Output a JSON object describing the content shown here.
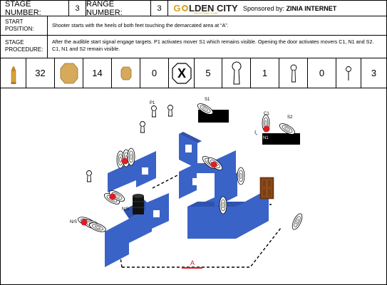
{
  "header": {
    "stage_label": "STAGE NUMBER:",
    "stage_value": "3",
    "range_label": "RANGE NUMBER:",
    "range_value": "3",
    "logo_gold": "G",
    "logo_dark": "LDEN CITY",
    "logo_subtitle": "SHOOTING CLUB",
    "sponsor_prefix": "Sponsored by:",
    "sponsor_name": "ZINIA INTERNET"
  },
  "start_position": {
    "label_line1": "START",
    "label_line2": "POSITION:",
    "text": "Shooter starts with the heels of both feet touching the demarcated area at “A”."
  },
  "stage_procedure": {
    "label_line1": "STAGE",
    "label_line2": "PROCEDURE:",
    "text_line1": "After the audible start signal engage targets. P1 activates mover S1 which remains visible. Opening the door activates movers C1, N1 and S2.",
    "text_line2": "C1, N1 and S2 remain visible."
  },
  "counts": [
    {
      "icon": "bullet-icon",
      "value": "32"
    },
    {
      "icon": "ipsc-target-icon",
      "value": "14"
    },
    {
      "icon": "mini-ipsc-target-icon",
      "value": "0"
    },
    {
      "icon": "no-shoot-icon",
      "value": "5"
    },
    {
      "icon": "large-popper-icon",
      "value": "1"
    },
    {
      "icon": "small-popper-icon",
      "value": "0"
    },
    {
      "icon": "plate-icon",
      "value": "3"
    }
  ],
  "diagram": {
    "labels": {
      "p1": "P1",
      "s1": "S1",
      "c1": "C1",
      "s2": "S2",
      "n1": "N1",
      "ns1": "N/S",
      "ns2": "N/S",
      "a": "A"
    }
  },
  "colors": {
    "wall_blue": "#3a63c8",
    "wall_dark": "#24439a",
    "red_dot": "#d81f26",
    "door_brown": "#7b3f12",
    "logo_gold": "#d6a21c",
    "bullet": "#c48a2a"
  }
}
